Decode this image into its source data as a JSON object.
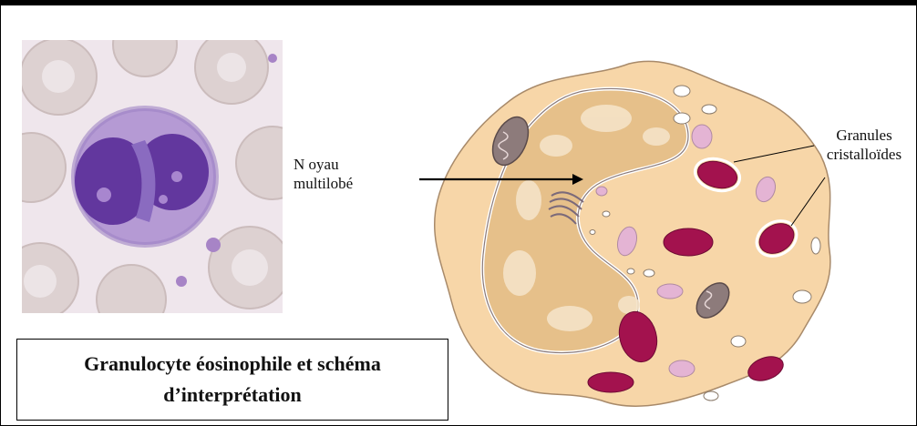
{
  "caption": {
    "line1": "Granulocyte éosinophile et schéma",
    "line2": "d’interprétation"
  },
  "labels": {
    "nucleus_line1": "N oyau",
    "nucleus_line2": "multilobé",
    "granules_line1": "Granules",
    "granules_line2": "cristalloïdes"
  },
  "colors": {
    "cytoplasm": "#f7d6a8",
    "cytoplasm_edge": "#b09070",
    "nucleus": "#e8c289",
    "granule_dark": "#a3124e",
    "granule_light": "#e4b4d4",
    "mitochondria": "#8d7b7b",
    "photo_background": "#efe6ec",
    "photo_rbc": "#ddd2d2",
    "photo_nucleus": "#6a3fa3",
    "photo_cytoplasm": "#b9a3d8"
  }
}
